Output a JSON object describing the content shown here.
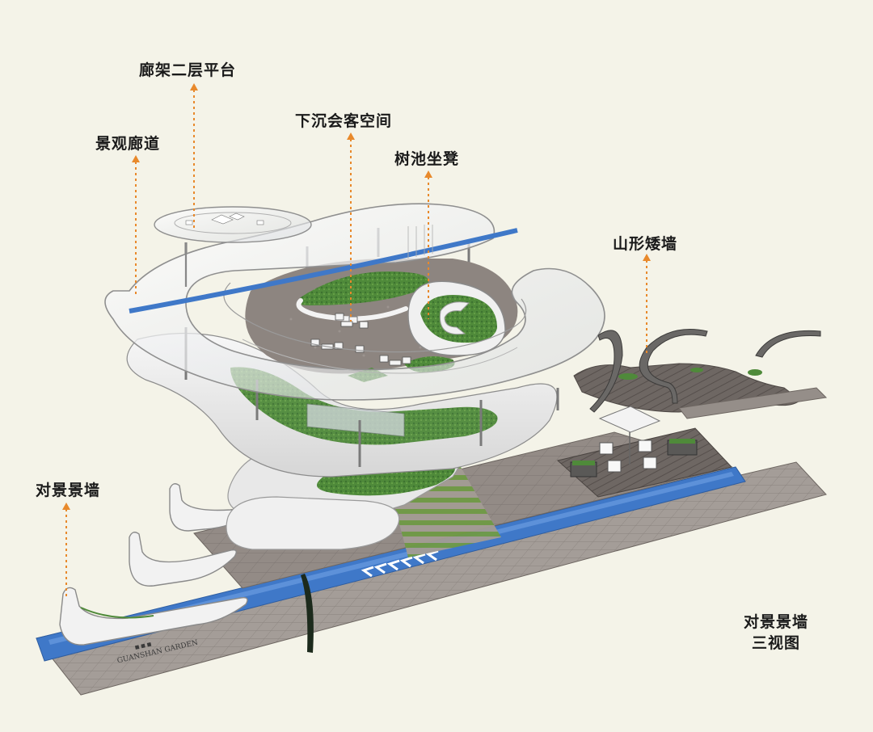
{
  "annotations": [
    {
      "id": "corridor-platform",
      "text": "廊架二层平台"
    },
    {
      "id": "landscape-corridor",
      "text": "景观廊道"
    },
    {
      "id": "sunken-lounge",
      "text": "下沉会客空间"
    },
    {
      "id": "tree-pool-bench",
      "text": "树池坐凳"
    },
    {
      "id": "mountain-low-wall",
      "text": "山形矮墙"
    },
    {
      "id": "feature-wall",
      "text": "对景景墙"
    }
  ],
  "view_title": {
    "line1": "对景景墙",
    "line2": "三视图"
  },
  "plaque": {
    "line1": "GUANSHAN GARDEN"
  },
  "colors": {
    "background": "#f4f3e8",
    "leader": "#e8892b",
    "water": "#3f78c8",
    "grass": "#4f8a3a",
    "paving": "#8f8782",
    "wall": "#efefef"
  }
}
